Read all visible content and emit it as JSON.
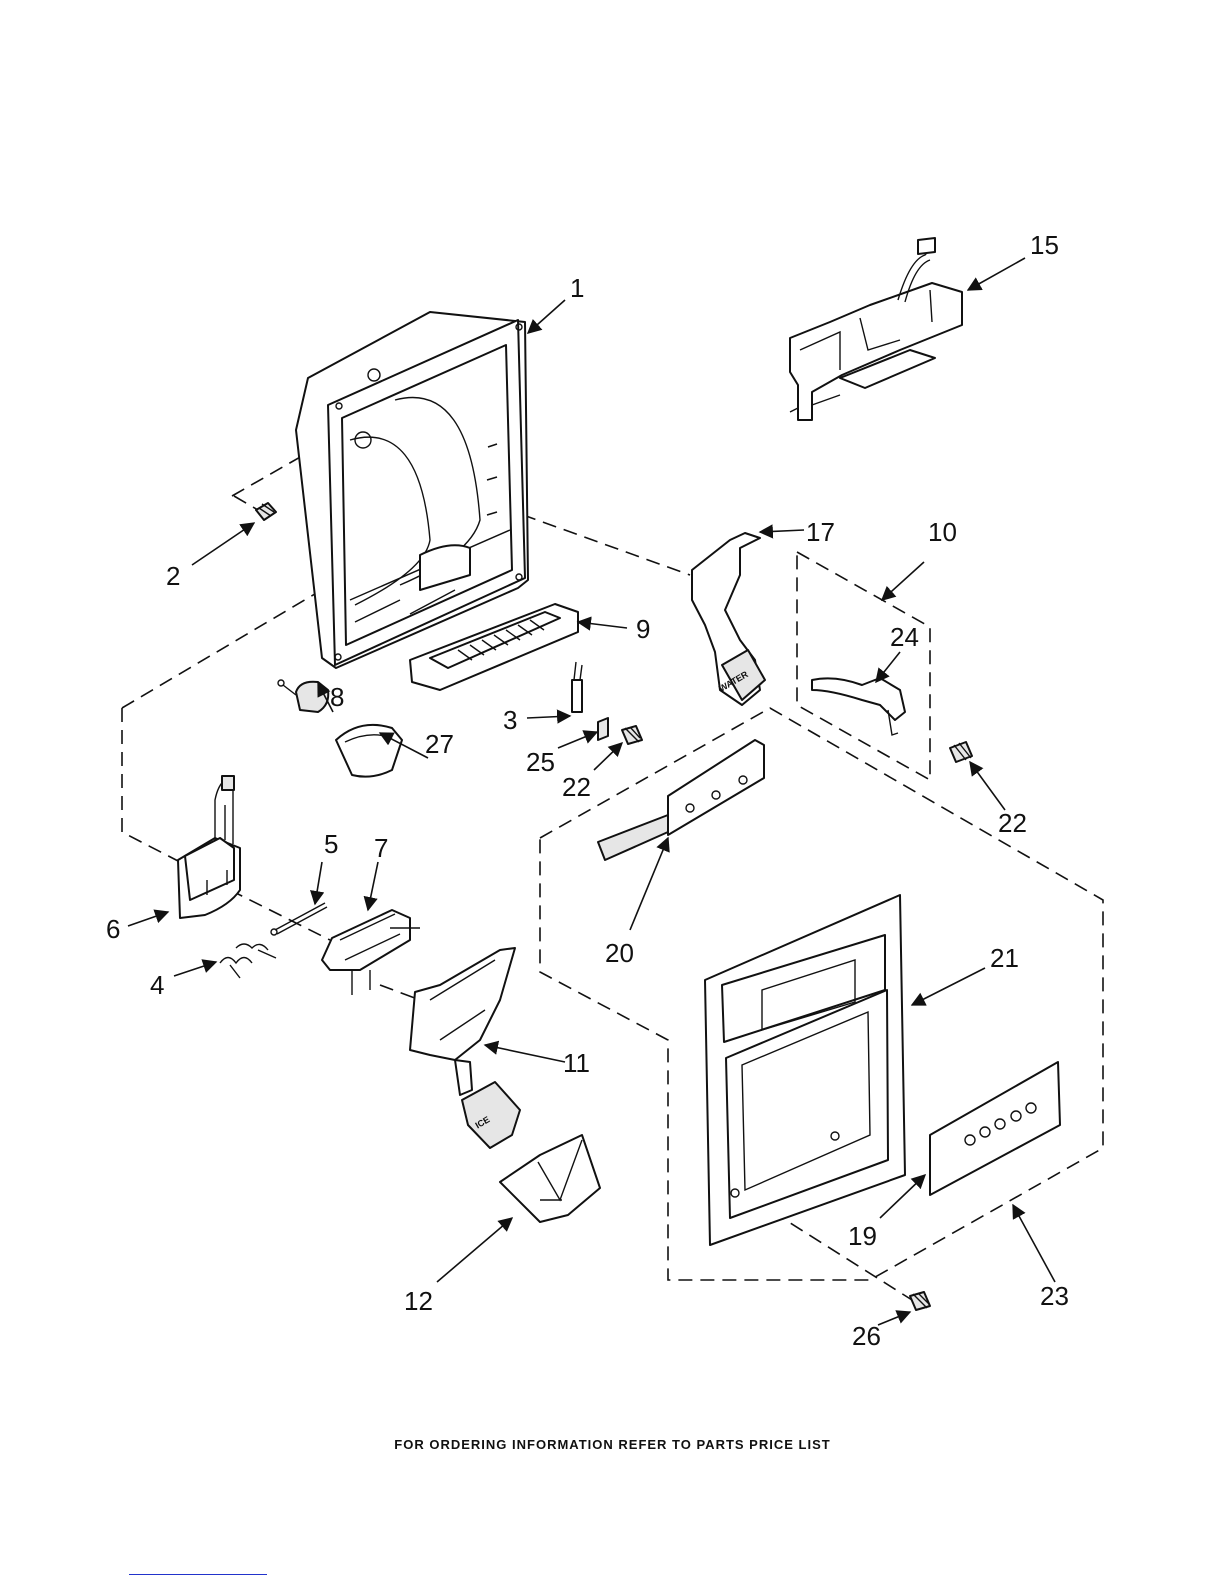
{
  "footer": {
    "ordering_note": "FOR ORDERING INFORMATION REFER TO PARTS PRICE LIST"
  },
  "callouts": [
    "1",
    "15",
    "2",
    "17",
    "10",
    "9",
    "24",
    "8",
    "27",
    "3",
    "25",
    "22",
    "22",
    "5",
    "7",
    "6",
    "4",
    "20",
    "21",
    "11",
    "19",
    "12",
    "23",
    "26"
  ],
  "icon_labels": {
    "water_pad": "WATER",
    "ice_pad": "ICE"
  }
}
